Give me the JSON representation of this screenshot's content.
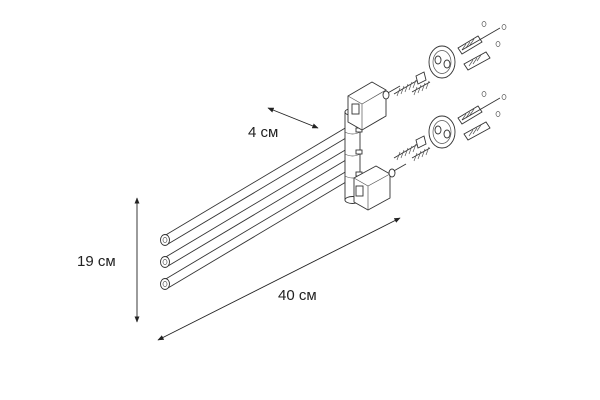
{
  "dimensions": {
    "depth": "4 см",
    "height": "19 см",
    "length": "40 см"
  },
  "colors": {
    "line": "#333333",
    "background": "#ffffff"
  }
}
